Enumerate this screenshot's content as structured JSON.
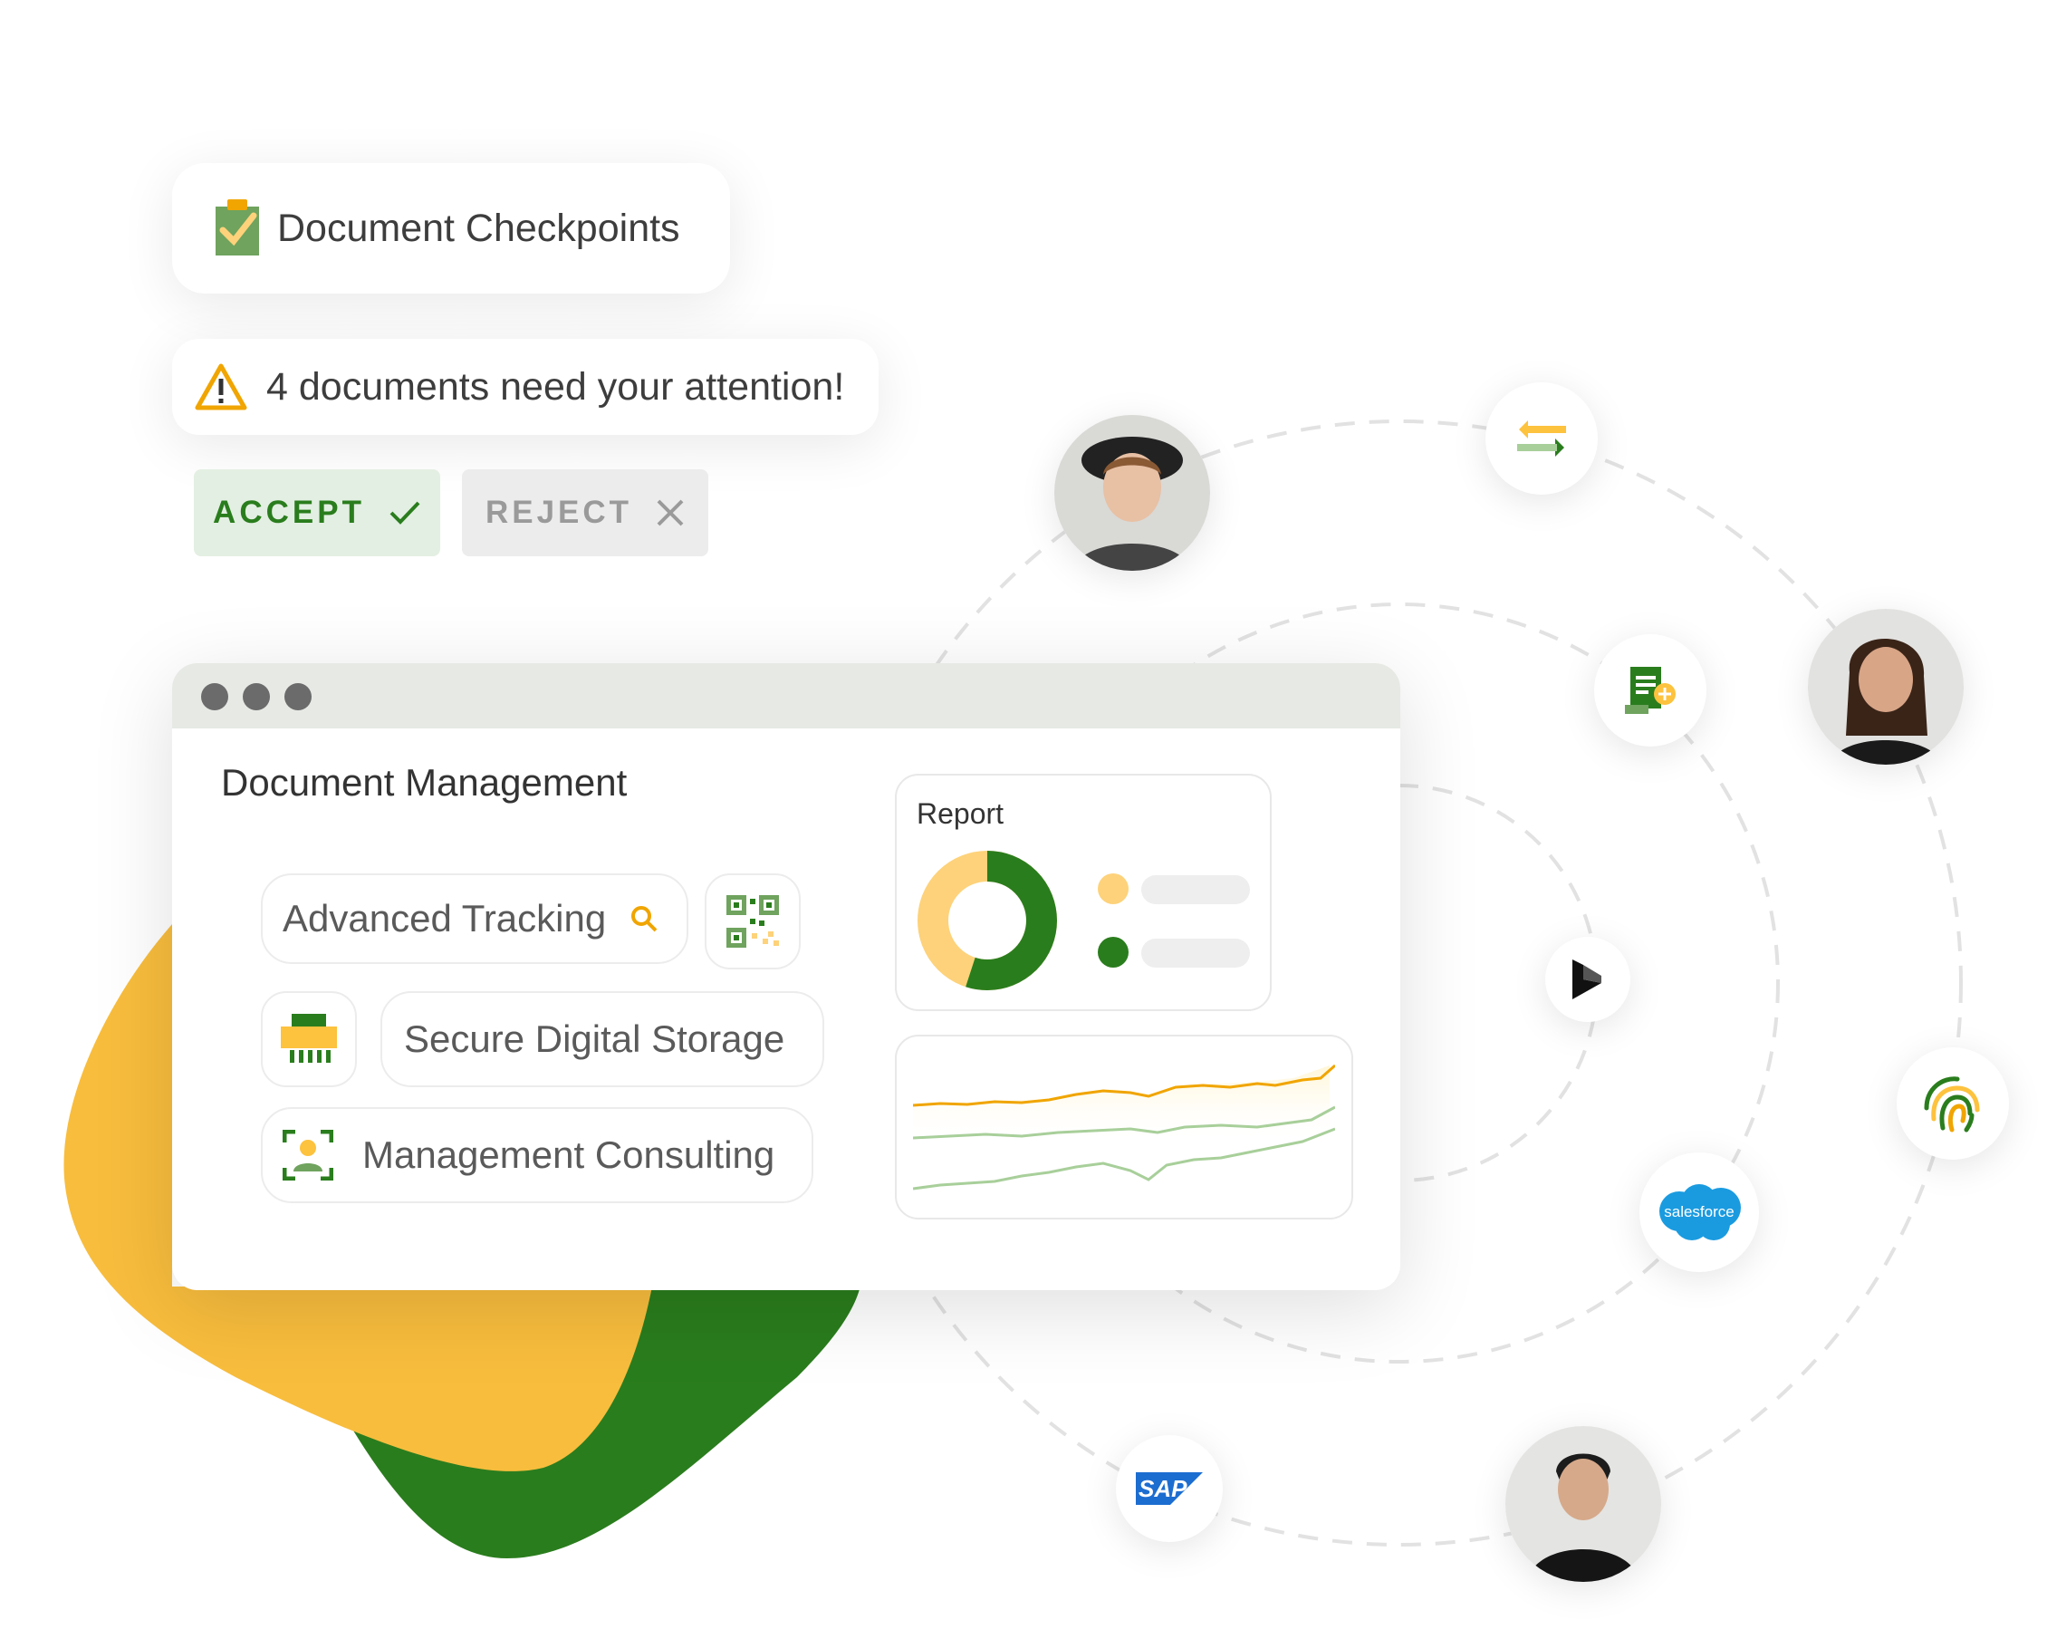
{
  "checkpoints": {
    "title": "Document Checkpoints",
    "icon": "clipboard-check-icon"
  },
  "alert": {
    "message": "4 documents need your attention!",
    "icon": "warning-triangle-icon"
  },
  "actions": {
    "accept_label": "ACCEPT",
    "reject_label": "REJECT"
  },
  "window": {
    "title": "Document Management",
    "features": [
      {
        "label": "Advanced Tracking",
        "icon": "search-icon"
      },
      {
        "label": "Secure Digital Storage",
        "icon": "shredder-icon"
      },
      {
        "label": "Management Consulting",
        "icon": "user-focus-icon"
      }
    ],
    "qr_icon": "qr-code-icon"
  },
  "report": {
    "title": "Report",
    "donut": {
      "segments": [
        {
          "value": 55,
          "color": "#2a7d1d"
        },
        {
          "value": 45,
          "color": "#fdd27a"
        }
      ]
    },
    "legend_colors": [
      "#fdd27a",
      "#2a7d1d"
    ]
  },
  "integrations": {
    "salesforce_label": "salesforce",
    "sap_label": "SAP",
    "icons": [
      "transfer-arrows-icon",
      "add-document-icon",
      "dynamics-logo-icon",
      "fingerprint-icon",
      "salesforce-logo-icon",
      "sap-logo-icon"
    ]
  },
  "colors": {
    "green": "#2a7d1d",
    "yellow": "#fdc23e",
    "orange": "#f0a500",
    "light_green": "#a8cf9a"
  }
}
